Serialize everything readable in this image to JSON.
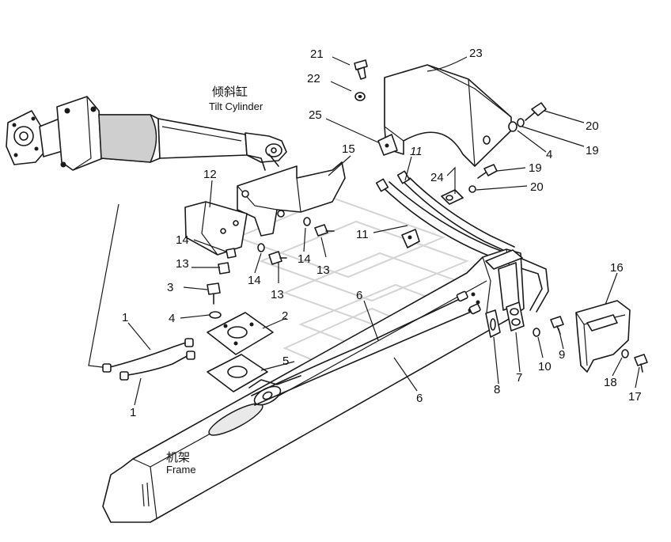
{
  "labels": {
    "tilt_cylinder_zh": "倾斜缸",
    "tilt_cylinder_en": "Tilt Cylinder",
    "frame_zh": "机架",
    "frame_en": "Frame"
  },
  "callouts": [
    "21",
    "22",
    "23",
    "25",
    "20",
    "19",
    "4",
    "19",
    "20",
    "24",
    "15",
    "12",
    "11",
    "11",
    "14",
    "14",
    "13",
    "13",
    "14",
    "13",
    "3",
    "4",
    "2",
    "1",
    "1",
    "5",
    "6",
    "6",
    "16",
    "9",
    "10",
    "7",
    "8",
    "18",
    "17"
  ]
}
